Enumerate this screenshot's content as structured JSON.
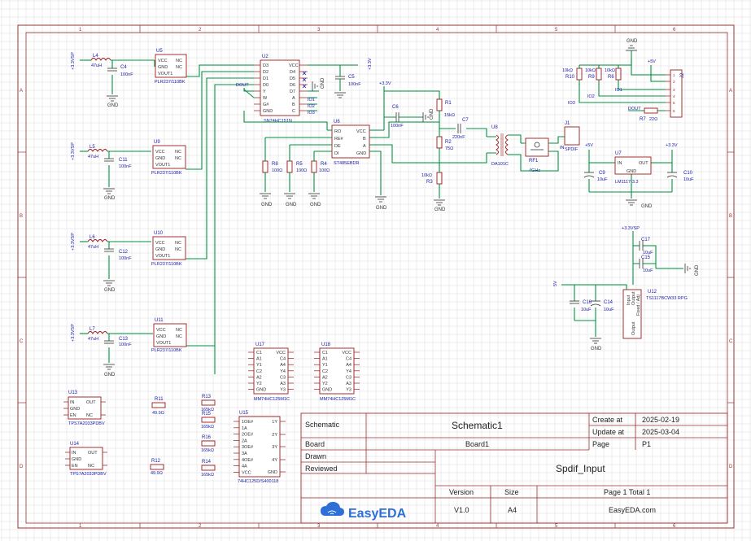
{
  "sheet": {
    "columns": [
      "1",
      "2",
      "3",
      "4",
      "5",
      "6"
    ],
    "rows": [
      "A",
      "B",
      "C",
      "D"
    ]
  },
  "title_block": {
    "schematic_label": "Schematic",
    "schematic_name": "Schematic1",
    "board_label": "Board",
    "board_name": "Board1",
    "drawn_label": "Drawn",
    "reviewed_label": "Reviewed",
    "create_label": "Create at",
    "create_date": "2025-02-19",
    "update_label": "Update at",
    "update_date": "2025-03-04",
    "page_label": "Page",
    "page_value": "P1",
    "project_name": "Spdif_Input",
    "version_label": "Version",
    "version_value": "V1.0",
    "size_label": "Size",
    "size_value": "A4",
    "pages_text": "Page  1  Total  1",
    "site": "EasyEDA.com",
    "logo_text": "EasyEDA"
  },
  "nets": {
    "p33sp": "+3.3VSP",
    "p33v": "+3.3V",
    "p3v3": "+3.3V",
    "p5v": "+5V",
    "gnd": "GND",
    "dout": "DOUT",
    "io1": "IO1",
    "io2": "IO2",
    "io3": "IO3",
    "in_net": "IN"
  },
  "regulators": [
    {
      "ref": "U5",
      "ind_ref": "L4",
      "ind_val": "47uH",
      "cap_ref": "C4",
      "cap_val": "100nF",
      "part": "PLR237/110BK"
    },
    {
      "ref": "U9",
      "ind_ref": "L5",
      "ind_val": "47uH",
      "cap_ref": "C11",
      "cap_val": "100nF",
      "part": "PLR237/110BK"
    },
    {
      "ref": "U10",
      "ind_ref": "L6",
      "ind_val": "47uH",
      "cap_ref": "C12",
      "cap_val": "100nF",
      "part": "PLR237/110BK"
    },
    {
      "ref": "U11",
      "ind_ref": "L7",
      "ind_val": "47uH",
      "cap_ref": "C13",
      "cap_val": "100nF",
      "part": "PLR237/110BK"
    }
  ],
  "reg_pins": {
    "vcc": "VCC",
    "gnd": "GND",
    "vout": "VOUT1",
    "nc": "NC"
  },
  "u2": {
    "ref": "U2",
    "part": "SN74HC151N",
    "left_pins": [
      "D3",
      "D2",
      "D1",
      "D0",
      "Y",
      "W",
      "G#",
      "GND"
    ],
    "right_pins": [
      "VCC",
      "D4",
      "D5",
      "D6",
      "D7",
      "A",
      "B",
      "C"
    ],
    "cap_ref": "C5",
    "cap_val": "100nF"
  },
  "u6": {
    "ref": "U6",
    "part": "ST485EBDR",
    "left_pins": [
      "RO",
      "RE#",
      "DE",
      "DI"
    ],
    "right_pins": [
      "VCC",
      "B",
      "A",
      "GND"
    ]
  },
  "pulls": [
    {
      "ref": "R8",
      "val": "100Ω"
    },
    {
      "ref": "R5",
      "val": "100Ω"
    },
    {
      "ref": "R4",
      "val": "100Ω"
    }
  ],
  "termination": [
    {
      "ref": "R1",
      "val": "15kΩ"
    },
    {
      "ref": "R2",
      "val": "75Ω"
    },
    {
      "ref": "R3",
      "val": "10kΩ"
    }
  ],
  "c6": {
    "ref": "C6",
    "val": "100nF"
  },
  "c7": {
    "ref": "C7",
    "val": "220nF"
  },
  "u8": {
    "ref": "U8",
    "part": "DA101C"
  },
  "rf1": {
    "ref": "RF1",
    "part": "4GHz"
  },
  "j1": {
    "ref": "J1",
    "part": "SPDIF"
  },
  "pullups": [
    {
      "ref": "R10",
      "val": "10kΩ"
    },
    {
      "ref": "R9",
      "val": "10kΩ"
    },
    {
      "ref": "R6",
      "val": "10kΩ"
    }
  ],
  "j2": {
    "ref": "J2",
    "pins": [
      "1",
      "2",
      "3",
      "4",
      "5",
      "6"
    ]
  },
  "r7": {
    "ref": "R7",
    "val": "22Ω"
  },
  "u7": {
    "ref": "U7",
    "part": "LM1117-3.3",
    "pin_in": "IN",
    "pin_out": "OUT",
    "pin_gnd": "GND",
    "c_in": "C9",
    "c_in_val": "10uF",
    "c_out": "C10",
    "c_out_val": "10uF"
  },
  "u12": {
    "ref": "U12",
    "part": "TS1117BCW33 RPG",
    "pin_labels": [
      "Input",
      "Output",
      "Fixed / Adj",
      "Output"
    ],
    "c17": "C17",
    "c17_val": "10uF",
    "c15": "C15",
    "c15_val": "10uF",
    "c16": "C16",
    "c16_val": "10uF",
    "c14": "C14",
    "c14_val": "10uF",
    "in_label": "5V"
  },
  "u17": {
    "ref": "U17",
    "part": "MM74HC125M1C",
    "left_pins": [
      "C1",
      "A1",
      "Y1",
      "C2",
      "A2",
      "Y2",
      "GND"
    ],
    "right_pins": [
      "VCC",
      "C4",
      "A4",
      "Y4",
      "C3",
      "A3",
      "Y3"
    ]
  },
  "u18": {
    "ref": "U18",
    "part": "MM74HC125M1C",
    "left_pins": [
      "C1",
      "A1",
      "Y1",
      "C2",
      "A2",
      "Y2",
      "GND"
    ],
    "right_pins": [
      "VCC",
      "C4",
      "A4",
      "Y4",
      "C3",
      "A3",
      "Y3"
    ]
  },
  "u13": {
    "ref": "U13",
    "part": "TPS7A2033PDBV",
    "pins": [
      "IN",
      "GND",
      "EN",
      "OUT",
      "NC"
    ]
  },
  "u14": {
    "ref": "U14",
    "part": "TPS7A2033PDBV",
    "pins": [
      "IN",
      "GND",
      "EN",
      "OUT",
      "NC"
    ]
  },
  "r11": {
    "ref": "R11",
    "val": "49.9Ω"
  },
  "r12": {
    "ref": "R12",
    "val": "49.9Ω"
  },
  "r13": {
    "ref": "R13",
    "val": "165kΩ"
  },
  "r15": {
    "ref": "R15",
    "val": "165kΩ"
  },
  "r16": {
    "ref": "R16",
    "val": "165kΩ"
  },
  "r14": {
    "ref": "R14",
    "val": "165kΩ"
  },
  "u15": {
    "ref": "U15",
    "part": "74HC125D/S400118",
    "left_pins": [
      "1OE#",
      "1A",
      "2OE#",
      "2A",
      "3OE#",
      "3A",
      "4OE#",
      "4A",
      "VCC"
    ],
    "right_pins": [
      "1Y",
      "2Y",
      "3Y",
      "4Y",
      "GND"
    ]
  }
}
